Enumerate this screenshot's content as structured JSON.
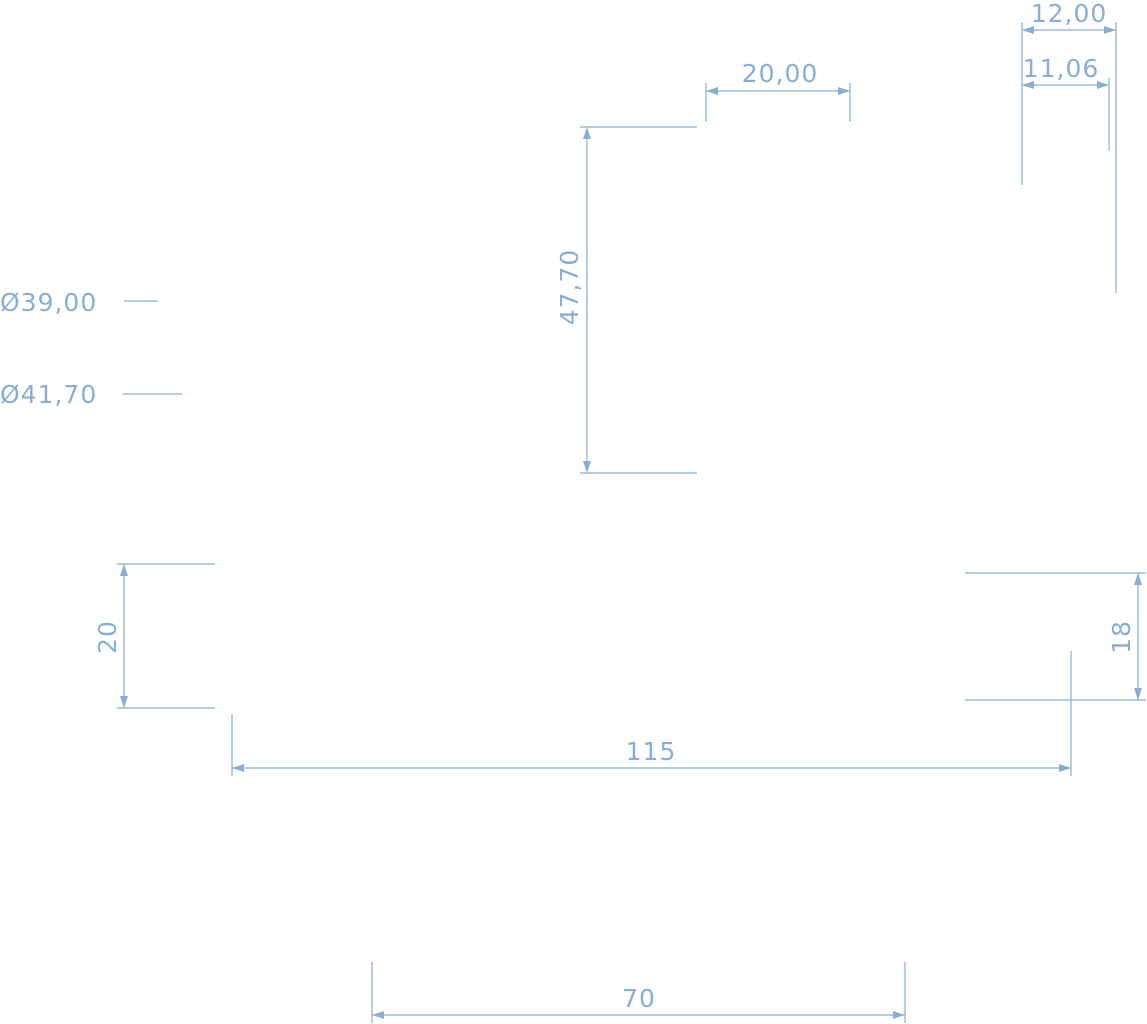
{
  "drawing": {
    "line_color": "#8aaed2",
    "background": "#ffffff",
    "dimensions": {
      "w12": "12,00",
      "w11": "11,06",
      "w20": "20,00",
      "h4770": "47,70",
      "d3900": "Ø39,00",
      "d4170": "Ø41,70",
      "h20": "20",
      "h18": "18",
      "l115": "115",
      "l70": "70"
    }
  }
}
